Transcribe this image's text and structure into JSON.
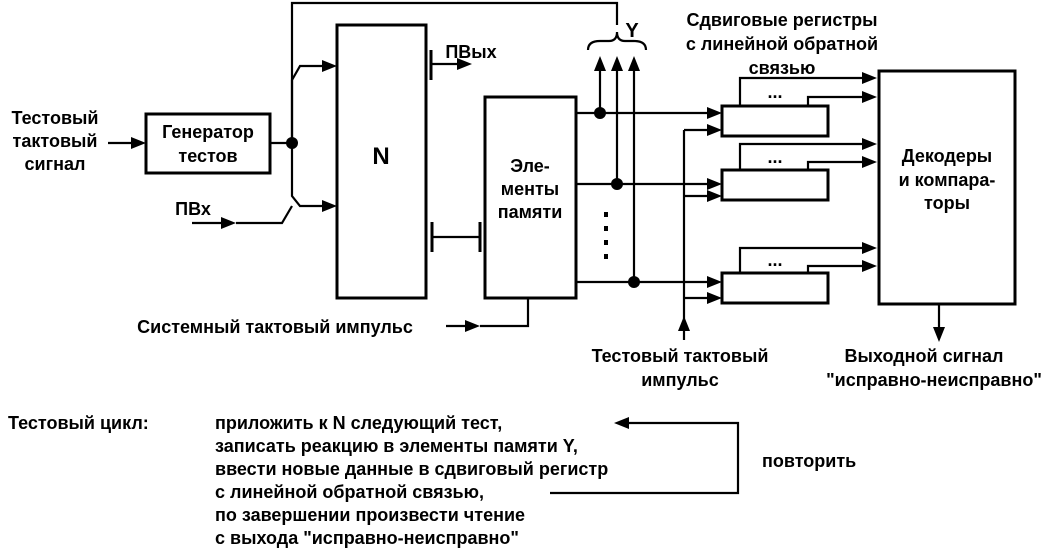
{
  "inputs": {
    "test_clock_signal": [
      "Тестовый",
      "тактовый",
      "сигнал"
    ],
    "pvx": "ПВх",
    "pvyx": "ПВых",
    "system_clock_pulse": "Системный тактовый импульс",
    "test_clock_pulse": [
      "Тестовый тактовый",
      "импульс"
    ]
  },
  "blocks": {
    "test_generator": [
      "Генератор",
      "тестов"
    ],
    "circuit_n": "N",
    "memory_elements": [
      "Эле-",
      "менты",
      "памяти"
    ],
    "decoders": [
      "Декодеры",
      "и компара-",
      "торы"
    ]
  },
  "labels": {
    "y": "Y",
    "shift_registers": [
      "Сдвиговые регистры",
      "с линейной обратной",
      "связью"
    ],
    "register_dots": "...",
    "memory_dots": ":",
    "output_signal": [
      "Выходной сигнал",
      "\"исправно-неисправно\""
    ]
  },
  "test_cycle": {
    "title": "Тестовый цикл:",
    "steps": [
      "приложить к N следующий тест,",
      "записать реакцию в элементы памяти Y,",
      "ввести новые данные в сдвиговый регистр",
      "с линейной обратной связью,",
      "по завершении произвести чтение",
      "с выхода \"исправно-неисправно\""
    ],
    "repeat": "повторить"
  }
}
